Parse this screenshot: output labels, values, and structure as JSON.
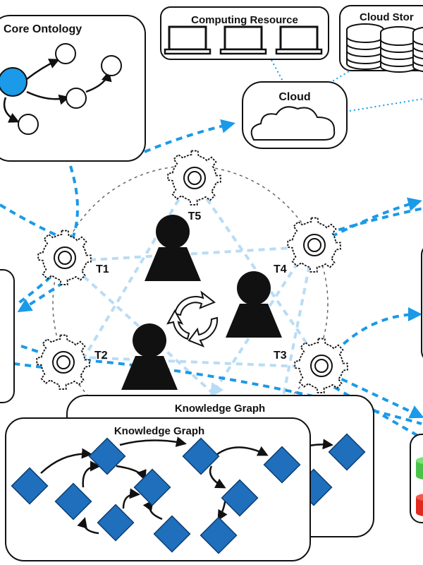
{
  "labels": {
    "core_ontology": "Core Ontology",
    "computing_resource": "Computing Resource",
    "cloud_storage": "Cloud Stor",
    "cloud": "Cloud",
    "knowledge_graph_back": "Knowledge Graph",
    "knowledge_graph_front": "Knowledge Graph"
  },
  "gears": [
    {
      "id": "T1",
      "label": "T1"
    },
    {
      "id": "T2",
      "label": "T2"
    },
    {
      "id": "T3",
      "label": "T3"
    },
    {
      "id": "T4",
      "label": "T4"
    },
    {
      "id": "T5",
      "label": "T5"
    }
  ],
  "colors": {
    "accent_blue": "#1a9ae8",
    "light_blue": "#b9dcf5",
    "kg_node_blue": "#1f6fbd",
    "ontology_root": "#1a9ae8",
    "db_green": "#4cc24a",
    "db_red": "#e02a1e"
  },
  "icons": [
    "laptop-icon",
    "database-icon",
    "cloud-icon",
    "gear-icon",
    "person-icon",
    "cycle-arrows-icon"
  ]
}
